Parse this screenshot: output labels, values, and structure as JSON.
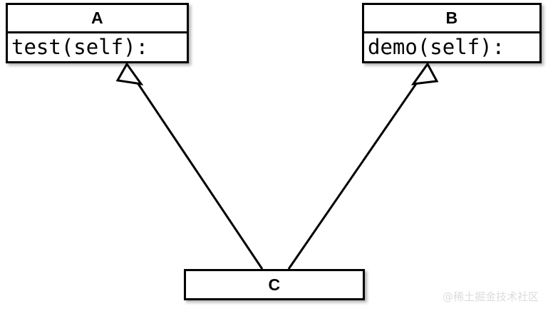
{
  "diagram": {
    "type": "uml-class-diagram",
    "title": "",
    "background_color": "#ffffff",
    "line_color": "#000000",
    "classes": [
      {
        "id": "a",
        "name": "A",
        "members": [
          "test(self):"
        ],
        "has_member_compartment": true
      },
      {
        "id": "b",
        "name": "B",
        "members": [
          "demo(self):"
        ],
        "has_member_compartment": true
      },
      {
        "id": "c",
        "name": "C",
        "members": [],
        "has_member_compartment": false
      }
    ],
    "relationships": [
      {
        "id": "c-to-a",
        "type": "generalization",
        "arrowhead": "hollow-triangle",
        "from": "C",
        "to": "A",
        "label": ""
      },
      {
        "id": "c-to-b",
        "type": "generalization",
        "arrowhead": "hollow-triangle",
        "from": "C",
        "to": "B",
        "label": ""
      }
    ]
  },
  "watermark": {
    "text": "@稀土掘金技术社区",
    "color": "#dcdcdc"
  }
}
